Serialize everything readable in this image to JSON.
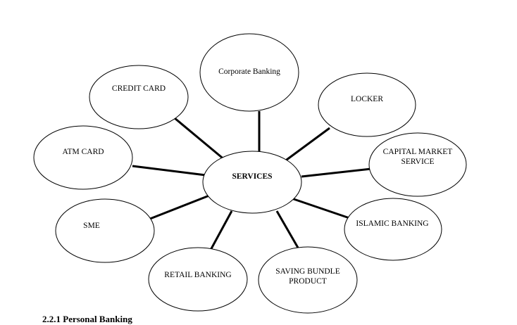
{
  "diagram": {
    "center": "SERVICES",
    "nodes": {
      "corporate_banking": "Corporate Banking",
      "credit_card": "CREDIT CARD",
      "locker": "LOCKER",
      "atm_card": "ATM CARD",
      "capital_market_1": "CAPITAL MARKET",
      "capital_market_2": "SERVICE",
      "sme": "SME",
      "islamic_banking": "ISLAMIC BANKING",
      "retail_banking": "RETAIL BANKING",
      "saving_bundle_1": "SAVING BUNDLE",
      "saving_bundle_2": "PRODUCT"
    }
  },
  "footer_heading": "2.2.1 Personal Banking"
}
